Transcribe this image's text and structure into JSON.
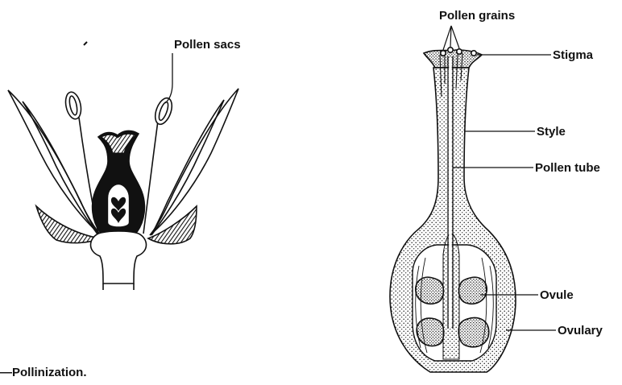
{
  "caption": "—Pollinization.",
  "left_figure": {
    "labels": {
      "pollen_sacs": "Pollen sacs"
    }
  },
  "right_figure": {
    "labels": {
      "pollen_grains": "Pollen grains",
      "stigma": "Stigma",
      "style": "Style",
      "pollen_tube": "Pollen tube",
      "ovule": "Ovule",
      "ovulary": "Ovulary"
    }
  },
  "colors": {
    "ink": "#111111",
    "stipple": "#1a1a1a",
    "paper": "#ffffff"
  }
}
